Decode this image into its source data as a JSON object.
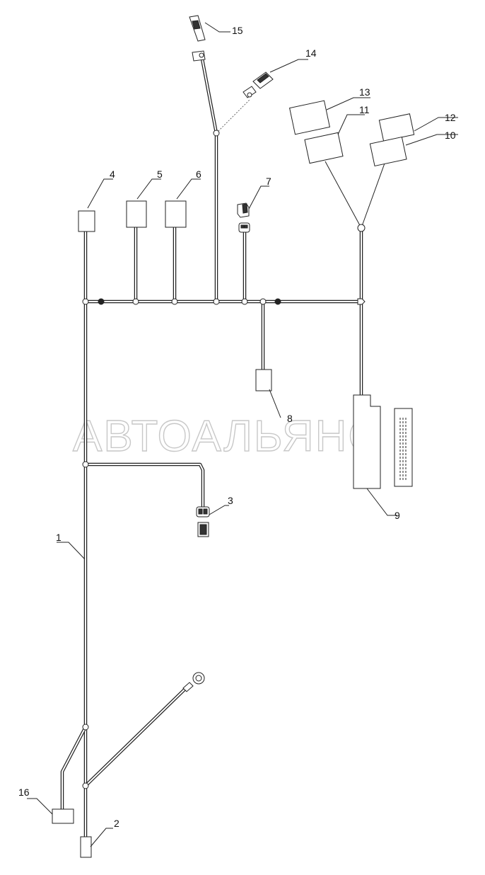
{
  "watermark": "АВТОАЛЬЯНС",
  "callouts": {
    "c1": "1",
    "c2": "2",
    "c3": "3",
    "c4": "4",
    "c5": "5",
    "c6": "6",
    "c7": "7",
    "c8": "8",
    "c9": "9",
    "c10": "10",
    "c11": "11",
    "c12": "12",
    "c13": "13",
    "c14": "14",
    "c15": "15",
    "c16": "16"
  }
}
